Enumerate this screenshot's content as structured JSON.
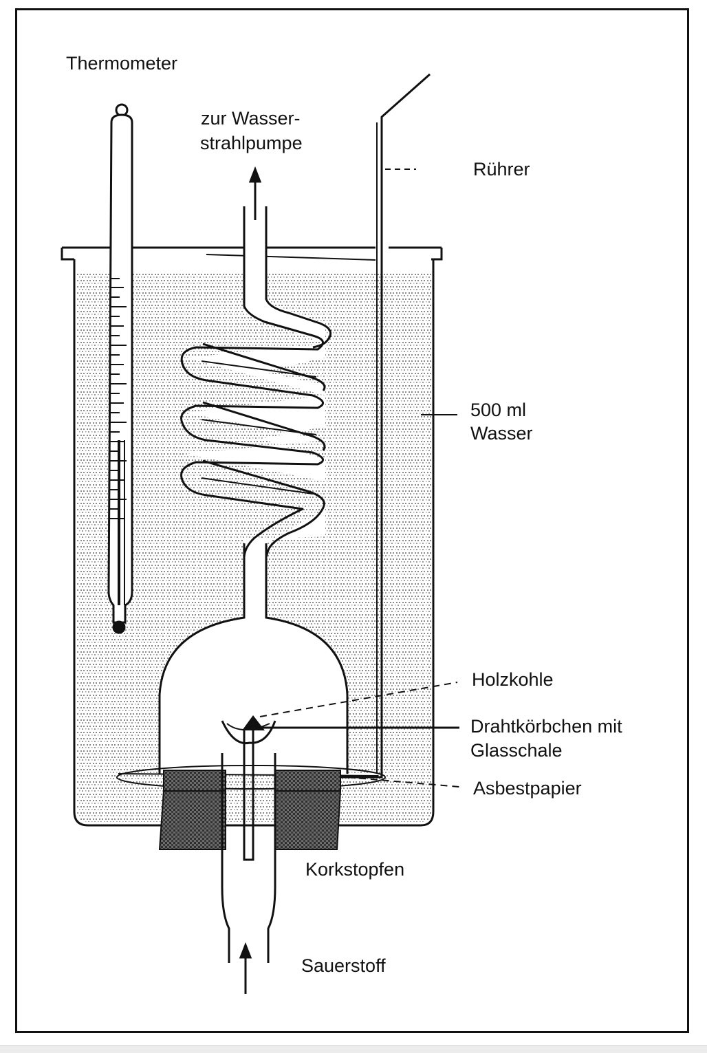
{
  "labels": {
    "thermometer": "Thermometer",
    "pump_line1": "zur Wasser-",
    "pump_line2": "strahlpumpe",
    "stirrer": "Rührer",
    "water_line1": "500 ml",
    "water_line2": "Wasser",
    "charcoal": "Holzkohle",
    "basket_line1": "Drahtkörbchen mit",
    "basket_line2": "Glasschale",
    "asbestos": "Asbestpapier",
    "cork": "Korkstopfen",
    "oxygen": "Sauerstoff"
  },
  "colors": {
    "ink": "#111111",
    "water_stipple": "#8a8a8a",
    "cork_fill": "#5a5a5a",
    "background": "#ffffff"
  }
}
